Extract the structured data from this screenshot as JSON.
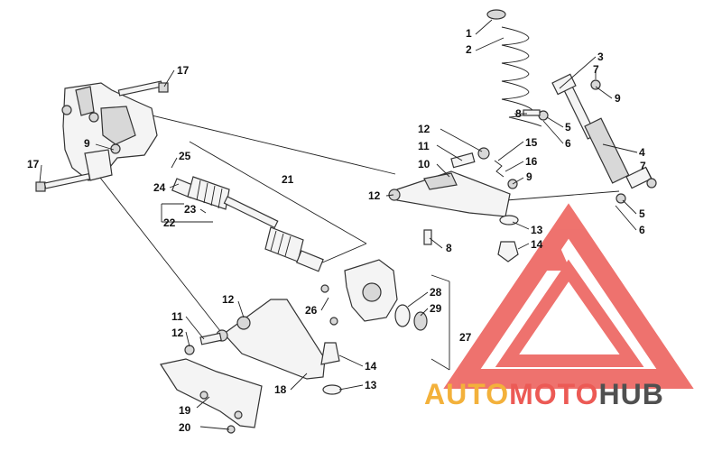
{
  "callouts": [
    "1",
    "2",
    "3",
    "4",
    "5",
    "5",
    "6",
    "6",
    "7",
    "7",
    "8",
    "8",
    "9",
    "9",
    "9",
    "10",
    "11",
    "11",
    "12",
    "12",
    "12",
    "12",
    "13",
    "13",
    "14",
    "14",
    "15",
    "16",
    "17",
    "17",
    "18",
    "19",
    "20",
    "21",
    "22",
    "23",
    "24",
    "25",
    "26",
    "27",
    "28",
    "29"
  ],
  "watermark": {
    "part1": "AUTO",
    "part2": "MOTO",
    "part3": "HUB"
  },
  "colors": {
    "watermark_red": "#ec5a55",
    "watermark_orange": "#f3b13b",
    "watermark_gray": "#505050"
  }
}
